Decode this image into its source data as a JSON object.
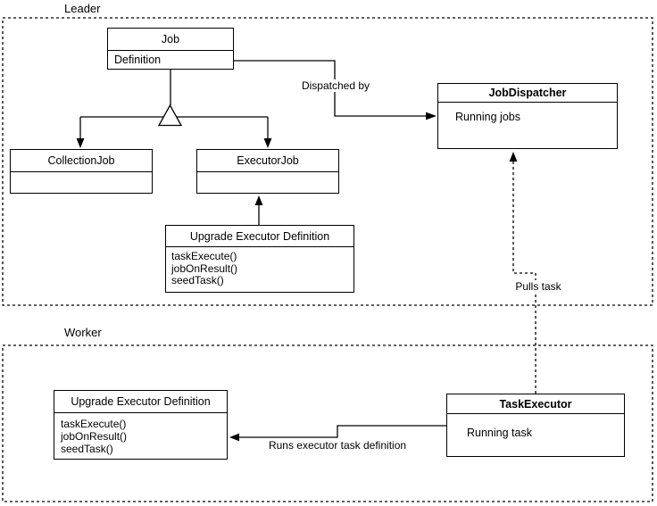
{
  "regions": {
    "leader": {
      "label": "Leader"
    },
    "worker": {
      "label": "Worker"
    }
  },
  "classes": {
    "job": {
      "title": "Job",
      "attribute": "Definition"
    },
    "collection_job": {
      "title": "CollectionJob"
    },
    "executor_job": {
      "title": "ExecutorJob"
    },
    "upgrade_executor_definition_leader": {
      "title": "Upgrade Executor Definition",
      "methods": [
        "taskExecute()",
        "jobOnResult()",
        "seedTask()"
      ]
    },
    "job_dispatcher": {
      "title": "JobDispatcher",
      "attribute": "Running jobs"
    },
    "upgrade_executor_definition_worker": {
      "title": "Upgrade Executor Definition",
      "methods": [
        "taskExecute()",
        "jobOnResult()",
        "seedTask()"
      ]
    },
    "task_executor": {
      "title": "TaskExecutor",
      "attribute": "Running task"
    }
  },
  "edge_labels": {
    "dispatched_by": "Dispatched by",
    "pulls_task": "Pulls task",
    "runs_executor_task": "Runs executor task definition"
  },
  "colors": {
    "line": "#000000",
    "background": "#ffffff",
    "text": "#000000"
  }
}
